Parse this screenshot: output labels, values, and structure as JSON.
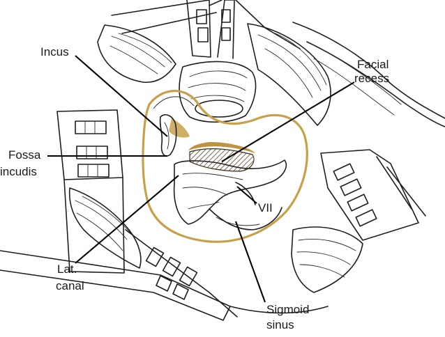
{
  "labels": {
    "incus": "Incus",
    "facial_recess_1": "Facial",
    "facial_recess_2": "recess",
    "fossa_incudis_1": "Fossa",
    "fossa_incudis_2": "incudis",
    "vii": "VII",
    "lat_canal_1": "Lat.",
    "lat_canal_2": "canal",
    "sigmoid_sinus_1": "Sigmoid",
    "sigmoid_sinus_2": "sinus"
  },
  "colors": {
    "outline_tan": "#c9a04a",
    "recess_fill": "#b8862f",
    "ink": "#1e1e1e"
  }
}
